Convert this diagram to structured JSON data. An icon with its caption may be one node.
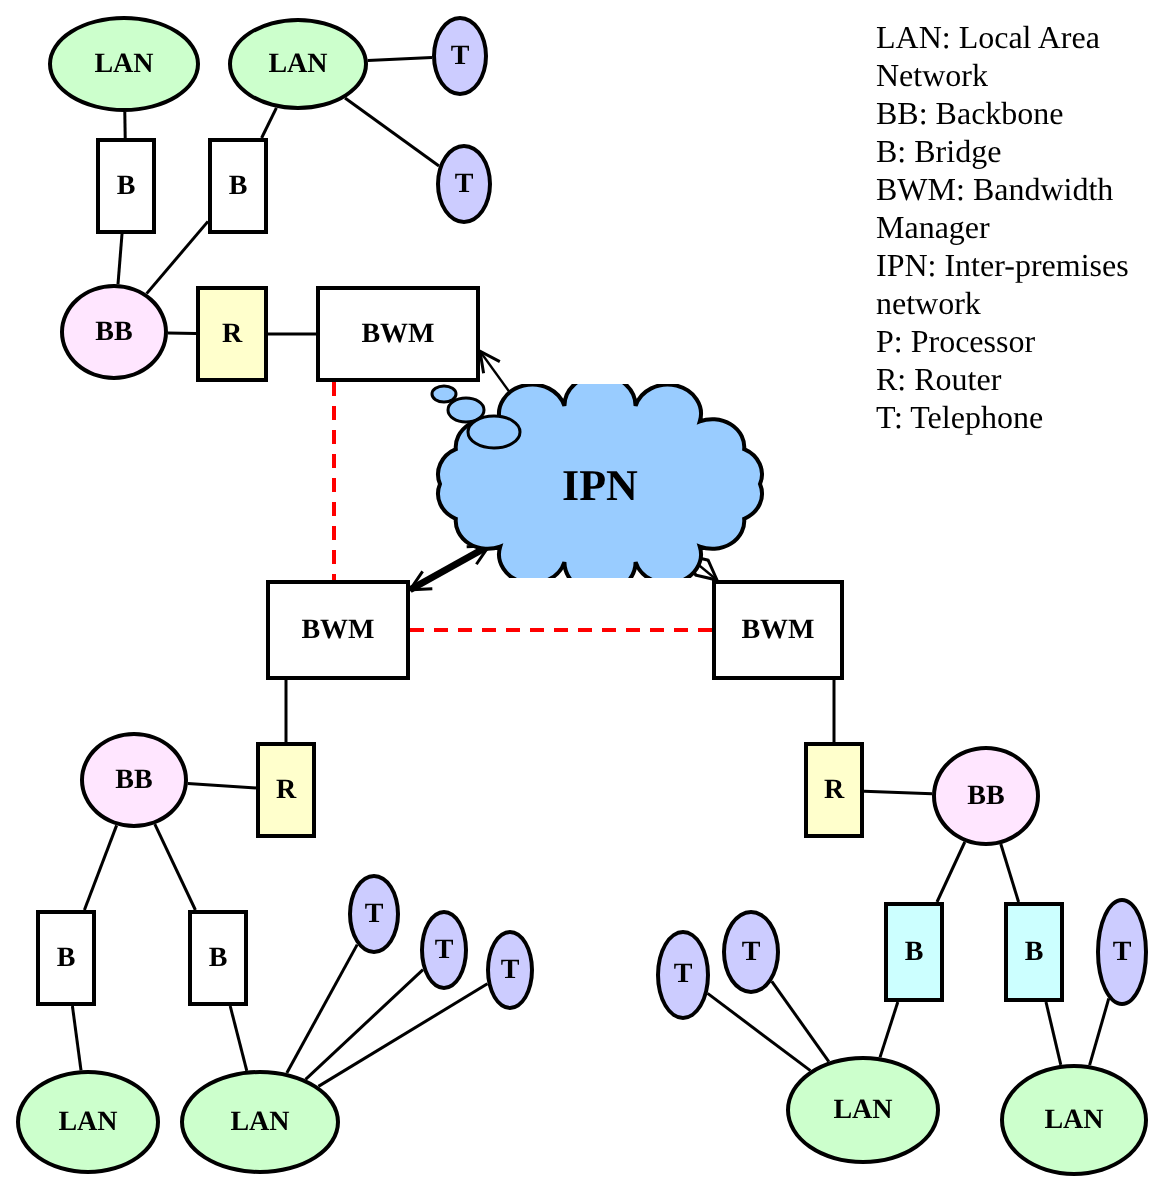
{
  "diagram": {
    "nodes": [
      {
        "text": [
          "LAN"
        ]
      },
      {
        "text": [
          "LAN"
        ]
      },
      {
        "text": [
          "T"
        ]
      },
      {
        "text": [
          "T"
        ]
      },
      {
        "text": [
          "B"
        ]
      },
      {
        "text": [
          "B"
        ]
      },
      {
        "text": [
          "BB"
        ]
      },
      {
        "text": [
          "R"
        ]
      },
      {
        "text": [
          "BWM"
        ]
      },
      {
        "text": [
          "IPN"
        ]
      },
      {
        "text": [
          "BWM"
        ]
      },
      {
        "text": [
          "BWM"
        ]
      },
      {
        "text": [
          "BB"
        ]
      },
      {
        "text": [
          "R"
        ]
      },
      {
        "text": [
          "B"
        ]
      },
      {
        "text": [
          "B"
        ]
      },
      {
        "text": [
          "T"
        ]
      },
      {
        "text": [
          "T"
        ]
      },
      {
        "text": [
          "T"
        ]
      },
      {
        "text": [
          "LAN"
        ]
      },
      {
        "text": [
          "LAN"
        ]
      },
      {
        "text": [
          "R"
        ]
      },
      {
        "text": [
          "BB"
        ]
      },
      {
        "text": [
          "T"
        ]
      },
      {
        "text": [
          "T"
        ]
      },
      {
        "text": [
          "B"
        ]
      },
      {
        "text": [
          "B"
        ]
      },
      {
        "text": [
          "T"
        ]
      },
      {
        "text": [
          "LAN"
        ]
      },
      {
        "text": [
          "LAN"
        ]
      }
    ],
    "edges": [
      {
        "from": 0,
        "to": 4,
        "arrow": "none"
      },
      {
        "from": 4,
        "to": 6,
        "arrow": "none"
      },
      {
        "from": 1,
        "to": 5,
        "arrow": "none"
      },
      {
        "from": 5,
        "to": 6,
        "arrow": "none"
      },
      {
        "from": 1,
        "to": 2,
        "arrow": "none"
      },
      {
        "from": 1,
        "to": 3,
        "arrow": "none"
      },
      {
        "from": 6,
        "to": 7,
        "arrow": "none"
      },
      {
        "from": 7,
        "to": 8,
        "arrow": "none"
      },
      {
        "from": 8,
        "to": 9,
        "arrow": "both"
      },
      {
        "from": 10,
        "to": 9,
        "arrow": "both",
        "style": "thick"
      },
      {
        "from": 11,
        "to": 9,
        "arrow": "both"
      },
      {
        "from": 8,
        "to": 10,
        "arrow": "none",
        "style": "dashed",
        "color": "#ff0000"
      },
      {
        "from": 10,
        "to": 11,
        "arrow": "none",
        "style": "dashed",
        "color": "#ff0000"
      },
      {
        "from": 10,
        "to": 13,
        "arrow": "none"
      },
      {
        "from": 13,
        "to": 12,
        "arrow": "none"
      },
      {
        "from": 12,
        "to": 14,
        "arrow": "none"
      },
      {
        "from": 12,
        "to": 15,
        "arrow": "none"
      },
      {
        "from": 14,
        "to": 19,
        "arrow": "none"
      },
      {
        "from": 15,
        "to": 20,
        "arrow": "none"
      },
      {
        "from": 16,
        "to": 20,
        "arrow": "none"
      },
      {
        "from": 17,
        "to": 20,
        "arrow": "none"
      },
      {
        "from": 18,
        "to": 20,
        "arrow": "none"
      },
      {
        "from": 11,
        "to": 21,
        "arrow": "none"
      },
      {
        "from": 21,
        "to": 22,
        "arrow": "none"
      },
      {
        "from": 22,
        "to": 25,
        "arrow": "none"
      },
      {
        "from": 22,
        "to": 26,
        "arrow": "none"
      },
      {
        "from": 25,
        "to": 28,
        "arrow": "none"
      },
      {
        "from": 26,
        "to": 29,
        "arrow": "none"
      },
      {
        "from": 27,
        "to": 29,
        "arrow": "none"
      },
      {
        "from": 23,
        "to": 28,
        "arrow": "none"
      },
      {
        "from": 24,
        "to": 28,
        "arrow": "none"
      }
    ],
    "labels": [
      "LAN: Local Area Network",
      "BB: Backbone",
      "B: Bridge",
      "BWM: Bandwidth Manager",
      "IPN: Inter-premises network",
      "P: Processor",
      "R: Router",
      "T: Telephone"
    ]
  }
}
